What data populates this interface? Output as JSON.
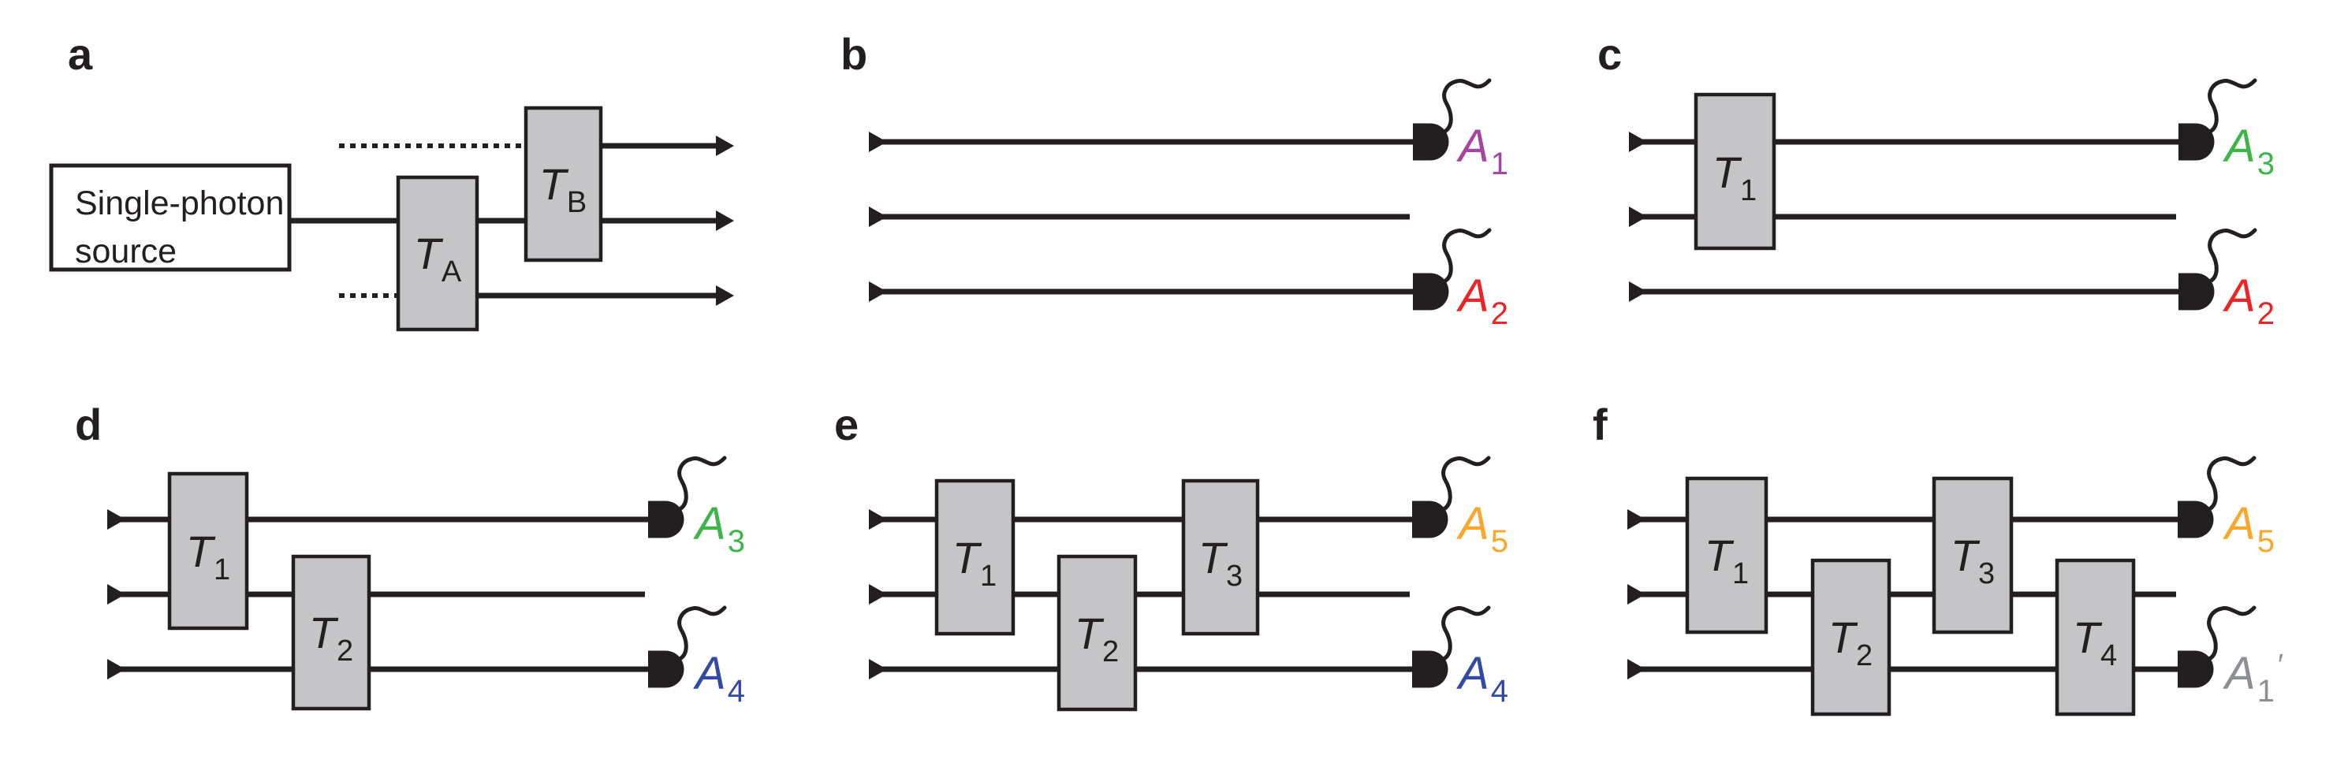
{
  "figure": {
    "type": "quantum-optics-circuit-figure",
    "colors": {
      "ink": "#231f20",
      "coupler_fill": "#c5c5c7",
      "background": "#ffffff"
    }
  },
  "panels": {
    "a": {
      "label": "a",
      "source_box": {
        "line1": "Single-photon",
        "line2": "source"
      },
      "couplers": [
        {
          "main": "T",
          "sub": "A"
        },
        {
          "main": "T",
          "sub": "B"
        }
      ]
    },
    "b": {
      "label": "b",
      "detectors": [
        {
          "main": "A",
          "sub": "1",
          "color": "#a4469f"
        },
        {
          "main": "A",
          "sub": "2",
          "color": "#ec2426"
        }
      ]
    },
    "c": {
      "label": "c",
      "couplers": [
        {
          "main": "T",
          "sub": "1"
        }
      ],
      "detectors": [
        {
          "main": "A",
          "sub": "3",
          "color": "#3eb549"
        },
        {
          "main": "A",
          "sub": "2",
          "color": "#ec2426"
        }
      ]
    },
    "d": {
      "label": "d",
      "couplers": [
        {
          "main": "T",
          "sub": "1"
        },
        {
          "main": "T",
          "sub": "2"
        }
      ],
      "detectors": [
        {
          "main": "A",
          "sub": "3",
          "color": "#3eb549"
        },
        {
          "main": "A",
          "sub": "4",
          "color": "#3448a6"
        }
      ]
    },
    "e": {
      "label": "e",
      "couplers": [
        {
          "main": "T",
          "sub": "1"
        },
        {
          "main": "T",
          "sub": "2"
        },
        {
          "main": "T",
          "sub": "3"
        }
      ],
      "detectors": [
        {
          "main": "A",
          "sub": "5",
          "color": "#f8a72c"
        },
        {
          "main": "A",
          "sub": "4",
          "color": "#3448a6"
        }
      ]
    },
    "f": {
      "label": "f",
      "couplers": [
        {
          "main": "T",
          "sub": "1"
        },
        {
          "main": "T",
          "sub": "2"
        },
        {
          "main": "T",
          "sub": "3"
        },
        {
          "main": "T",
          "sub": "4"
        }
      ],
      "detectors": [
        {
          "main": "A",
          "sub": "5",
          "color": "#f8a72c"
        },
        {
          "main": "A",
          "sub": "1",
          "prime": "′",
          "color": "#8c9094"
        }
      ]
    }
  }
}
